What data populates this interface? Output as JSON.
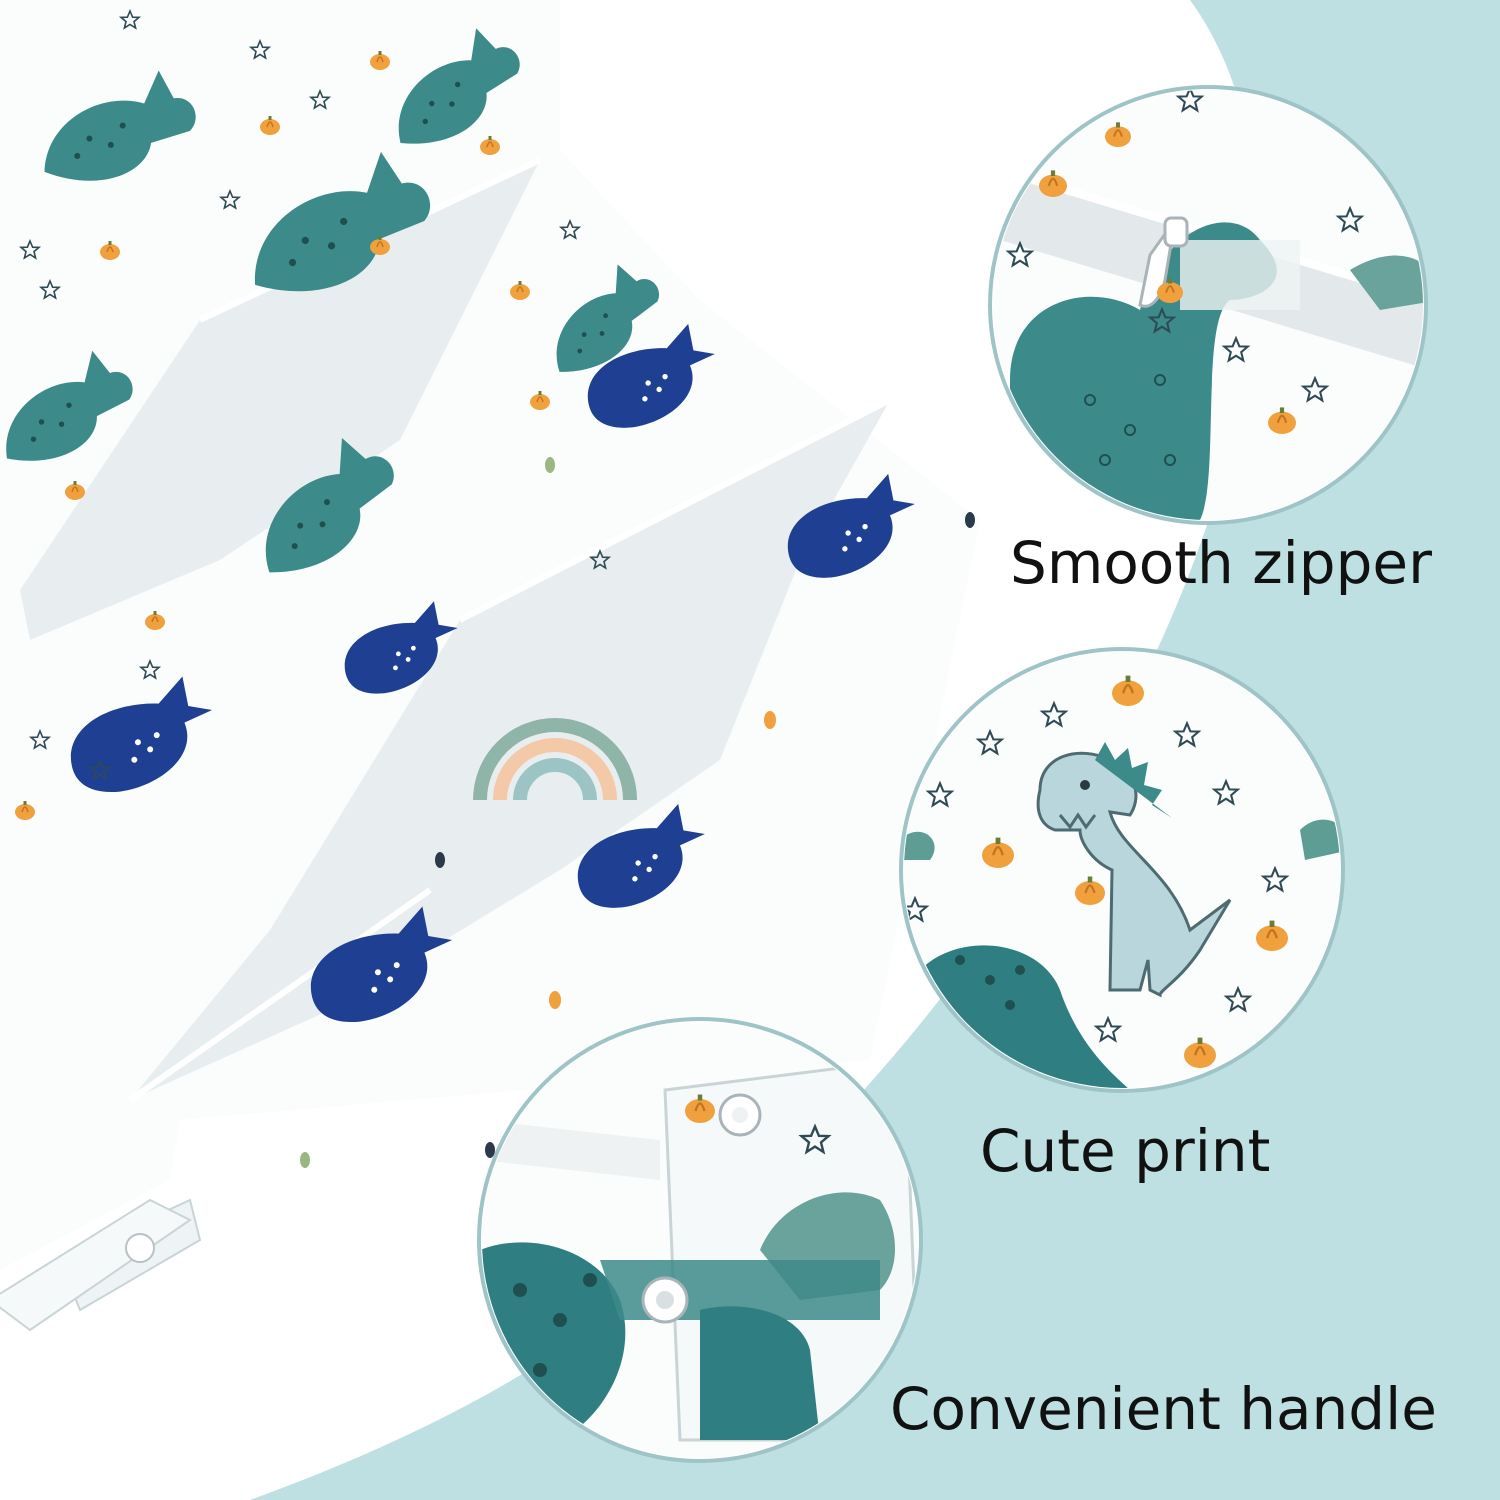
{
  "colors": {
    "background_blob": "#bfe0e2",
    "teal_dino": "#3d8a8a",
    "sage_dino": "#6aa39b",
    "navy_whale": "#1f3f93",
    "pumpkin": "#f0a03c",
    "fabric": "#fbfdfd",
    "mesh": "#e6ecee"
  },
  "icons": {
    "zipper_detail": "zipper-pull-icon",
    "print_detail": "dinosaur-icon",
    "handle_detail": "snap-button-icon"
  },
  "features": [
    {
      "label": "Smooth zipper"
    },
    {
      "label": "Cute print"
    },
    {
      "label": "Convenient handle"
    }
  ]
}
